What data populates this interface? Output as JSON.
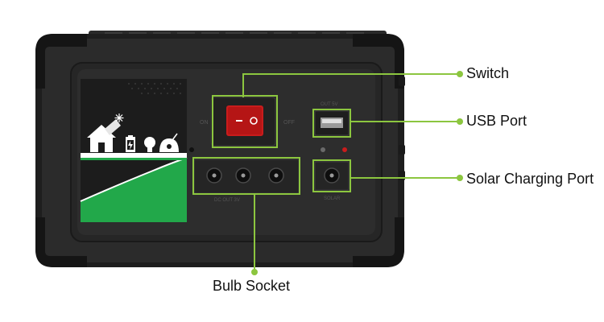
{
  "labels": {
    "switch": "Switch",
    "usb_port": "USB Port",
    "solar_charging_port": "Solar Charging Port",
    "bulb_socket": "Bulb Socket"
  },
  "device_markings": {
    "on": "ON",
    "off": "OFF",
    "out": "OUT 5V",
    "solar": "SOLAR",
    "dc_out": "DC OUT 3V",
    "rocker_off": "I",
    "rocker_on": "O"
  },
  "colors": {
    "callout_green": "#8cc63f",
    "device_green": "#22a84a",
    "body": "#2b2b2b",
    "body_dark": "#1a1a1a",
    "switch_red": "#c91c1c"
  },
  "icons": [
    "house-solar-icon",
    "battery-icon",
    "bulb-icon",
    "fan-icon"
  ]
}
